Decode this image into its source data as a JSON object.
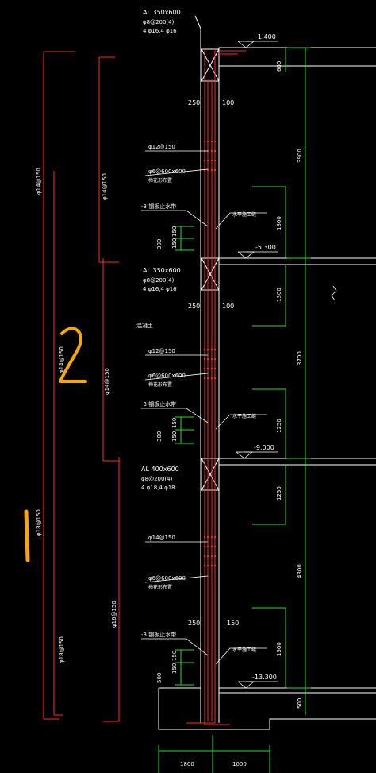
{
  "colors": {
    "background": "#000000",
    "wall": "#ffffff",
    "rebar": "#ff2a2a",
    "dimension": "#22e02a",
    "annotation": "#ffffff",
    "handwriting": "#f5a800"
  },
  "levels": [
    {
      "label": "-1.400"
    },
    {
      "label": "-5.300"
    },
    {
      "label": "-9.000"
    },
    {
      "label": "-13.300"
    }
  ],
  "beams": [
    {
      "title": "AL 350x600",
      "line1": "φ8@200(4)",
      "line2": "4 φ16,4 φ16"
    },
    {
      "title": "AL 350x600",
      "line1": "φ8@200(4)",
      "line2": "4 φ16,4 φ16"
    },
    {
      "title": "AL 400x600",
      "line1": "φ8@200(4)",
      "line2": "4 φ18,4 φ18"
    }
  ],
  "wall_dims": [
    {
      "left": "250",
      "right": "100"
    },
    {
      "left": "250",
      "right": "100"
    },
    {
      "left": "250",
      "right": "150"
    }
  ],
  "horizontal_bars": [
    "φ12@150",
    "φ12@150",
    "φ14@150"
  ],
  "tie_bars": [
    {
      "main": "φ6@600x600",
      "sub": "梅花形布置"
    },
    {
      "main": "φ6@600x600",
      "sub": "梅花形布置"
    },
    {
      "main": "φ6@600x600",
      "sub": "梅花形布置"
    }
  ],
  "waterstops": [
    {
      "label": "-3 钢板止水带",
      "right": "水平施工缝"
    },
    {
      "label": "-3 钢板止水带",
      "right": "水平施工缝"
    },
    {
      "label": "-3 钢板止水带",
      "right": "水平施工缝"
    }
  ],
  "small_dims": {
    "a": [
      "150",
      "150",
      "300"
    ],
    "b": [
      "150",
      "150",
      "300"
    ],
    "c": [
      "150",
      "150",
      "500"
    ]
  },
  "note_mid": "混凝土",
  "right_dims": {
    "top": "600",
    "seg1": "3900",
    "seg1a": "1300",
    "seg2a": "1300",
    "seg2": "3700",
    "seg2b": "1250",
    "seg3a": "1250",
    "seg3": "4300",
    "seg3b": "1500",
    "bottom": "500"
  },
  "left_bars": {
    "outer1": "φ14@150",
    "outer2": "φ14@150",
    "outer3": "φ18@150",
    "outer4": "φ18@150",
    "inner1": "φ14@150",
    "inner2": "φ14@150",
    "inner3": "φ16@150"
  },
  "bottom_dims": [
    "1800",
    "1000"
  ],
  "handwriting": {
    "mark1": "2",
    "mark2": "|"
  }
}
